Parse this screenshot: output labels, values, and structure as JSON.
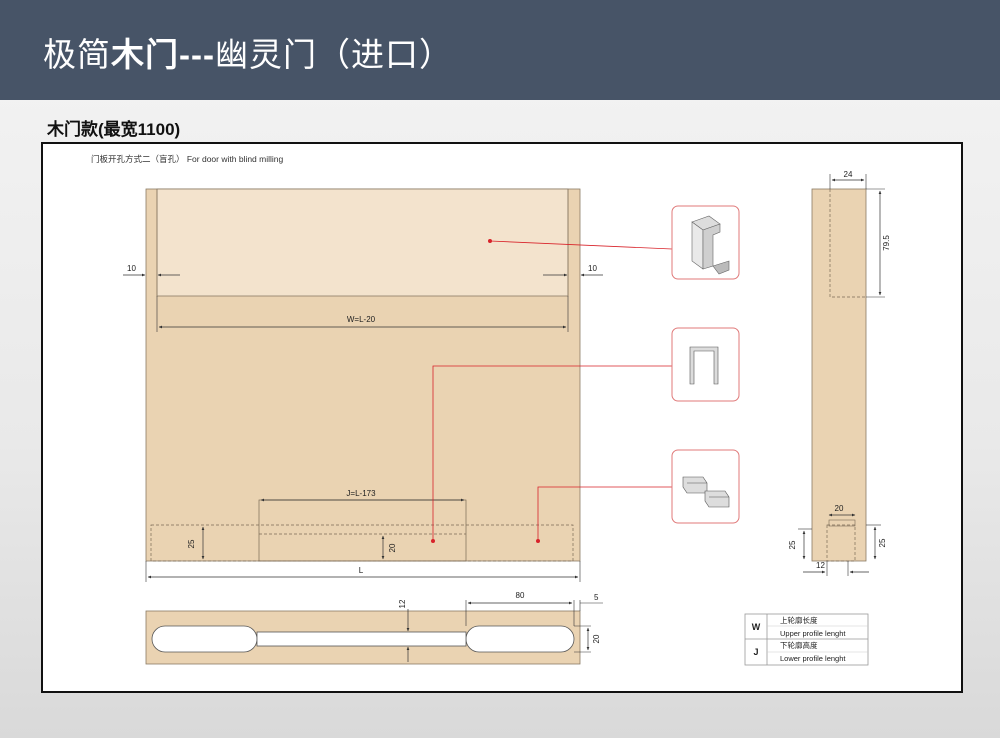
{
  "header": {
    "title_prefix": "极简",
    "title_bold": "木门---",
    "title_suffix": "幽灵门（进口）"
  },
  "subtitle": "木门款(最宽1100)",
  "drawing": {
    "caption": "门板开孔方式二（盲孔）  For door with blind milling",
    "front_view": {
      "dim_left_10": "10",
      "dim_right_10": "10",
      "dim_w": "W=L-20",
      "dim_j": "J=L-173",
      "dim_25": "25",
      "dim_20": "20",
      "dim_l": "L"
    },
    "bottom_view": {
      "dim_12": "12",
      "dim_80": "80",
      "dim_5": "5",
      "dim_20": "20"
    },
    "side_view": {
      "dim_24": "24",
      "dim_79_5": "79.5",
      "dim_20": "20",
      "dim_25_left": "25",
      "dim_25_right": "25",
      "dim_12": "12"
    }
  },
  "legend": [
    {
      "key": "W",
      "zh": "上轮廓长度",
      "en": "Upper profile lenght"
    },
    {
      "key": "J",
      "zh": "下轮廓高度",
      "en": "Lower profile lenght"
    }
  ],
  "colors": {
    "header_bg": "#475467",
    "wood": "#ead3b2",
    "wood_light": "#f3e3cd",
    "leader_red": "#d8232a",
    "callout_border": "#e07a7a"
  }
}
